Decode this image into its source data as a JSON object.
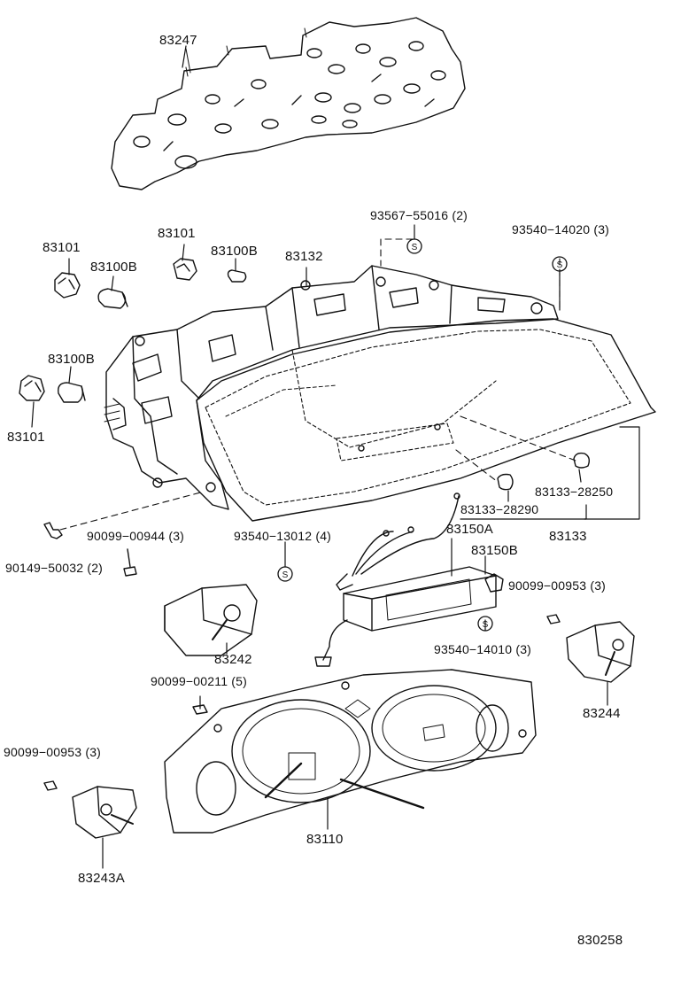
{
  "diagram_id": "830258",
  "parts": {
    "p83247": "83247",
    "p93567_55016": "93567−55016 (2)",
    "p93540_14020": "93540−14020 (3)",
    "p83101_a": "83101",
    "p83101_b": "83101",
    "p83100B_a": "83100B",
    "p83100B_b": "83100B",
    "p83132": "83132",
    "p83100B_c": "83100B",
    "p83101_c": "83101",
    "p83133_28250": "83133−28250",
    "p83133_28290": "83133−28290",
    "p83133": "83133",
    "p83150A": "83150A",
    "p83150B": "83150B",
    "p90099_00944": "90099−00944 (3)",
    "p93540_13012": "93540−13012 (4)",
    "p90149_50032": "90149−50032 (2)",
    "p90099_00953_r": "90099−00953 (3)",
    "p93540_14010": "93540−14010 (3)",
    "p83242": "83242",
    "p90099_00211": "90099−00211 (5)",
    "p83244": "83244",
    "p90099_00953_l": "90099−00953 (3)",
    "p83110": "83110",
    "p83243A": "83243A"
  },
  "symbols": {
    "s": "S"
  }
}
